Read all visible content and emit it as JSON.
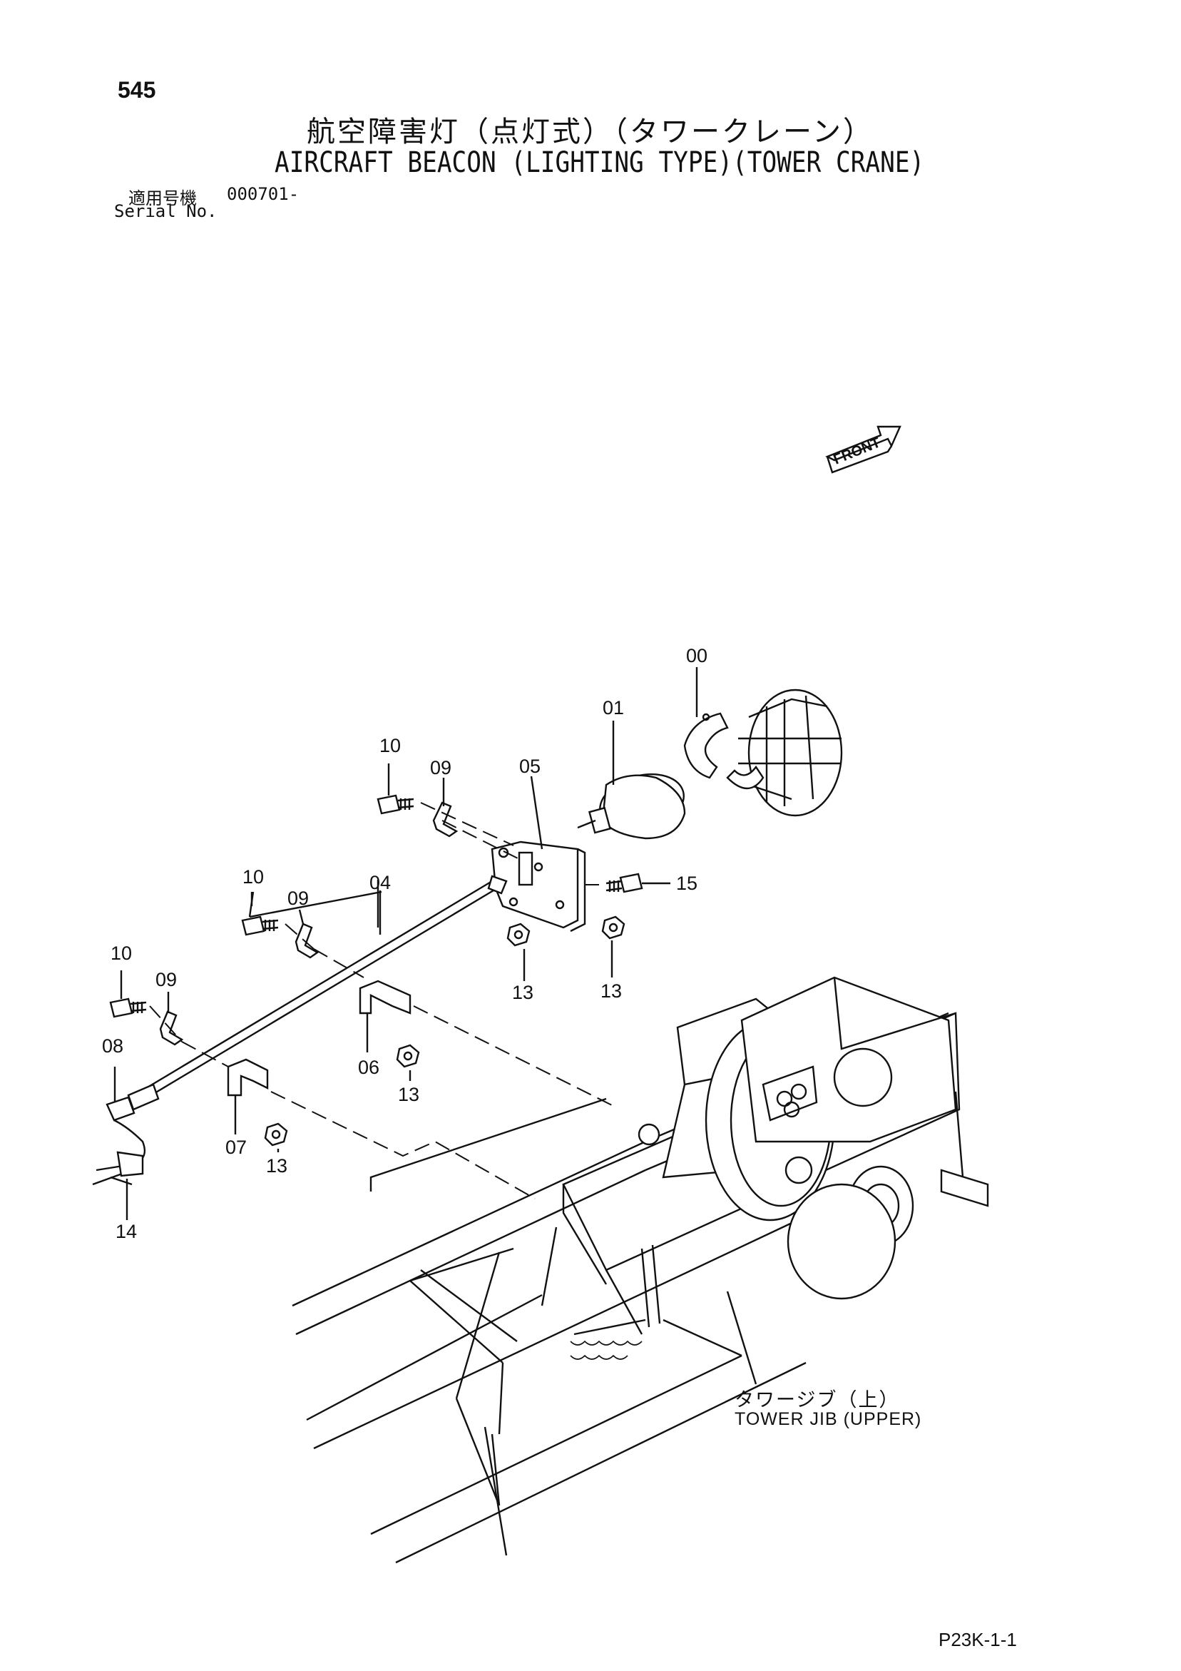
{
  "page_number": "545",
  "title_jp": "航空障害灯（点灯式）（タワークレーン）",
  "title_en": "AIRCRAFT BEACON (LIGHTING TYPE)(TOWER CRANE)",
  "serial": {
    "label_jp": "適用号機",
    "value": "000701-",
    "label_en": "Serial No."
  },
  "front_label": "FRONT",
  "callouts": {
    "c00": "00",
    "c01": "01",
    "c04": "04",
    "c05": "05",
    "c06": "06",
    "c07": "07",
    "c08": "08",
    "c09a": "09",
    "c09b": "09",
    "c09c": "09",
    "c10a": "10",
    "c10b": "10",
    "c10c": "10",
    "c13a": "13",
    "c13b": "13",
    "c13c": "13",
    "c13d": "13",
    "c14": "14",
    "c15": "15"
  },
  "jib_label": {
    "jp": "タワージブ（上）",
    "en": "TOWER JIB (UPPER)"
  },
  "page_code": "P23K-1-1"
}
